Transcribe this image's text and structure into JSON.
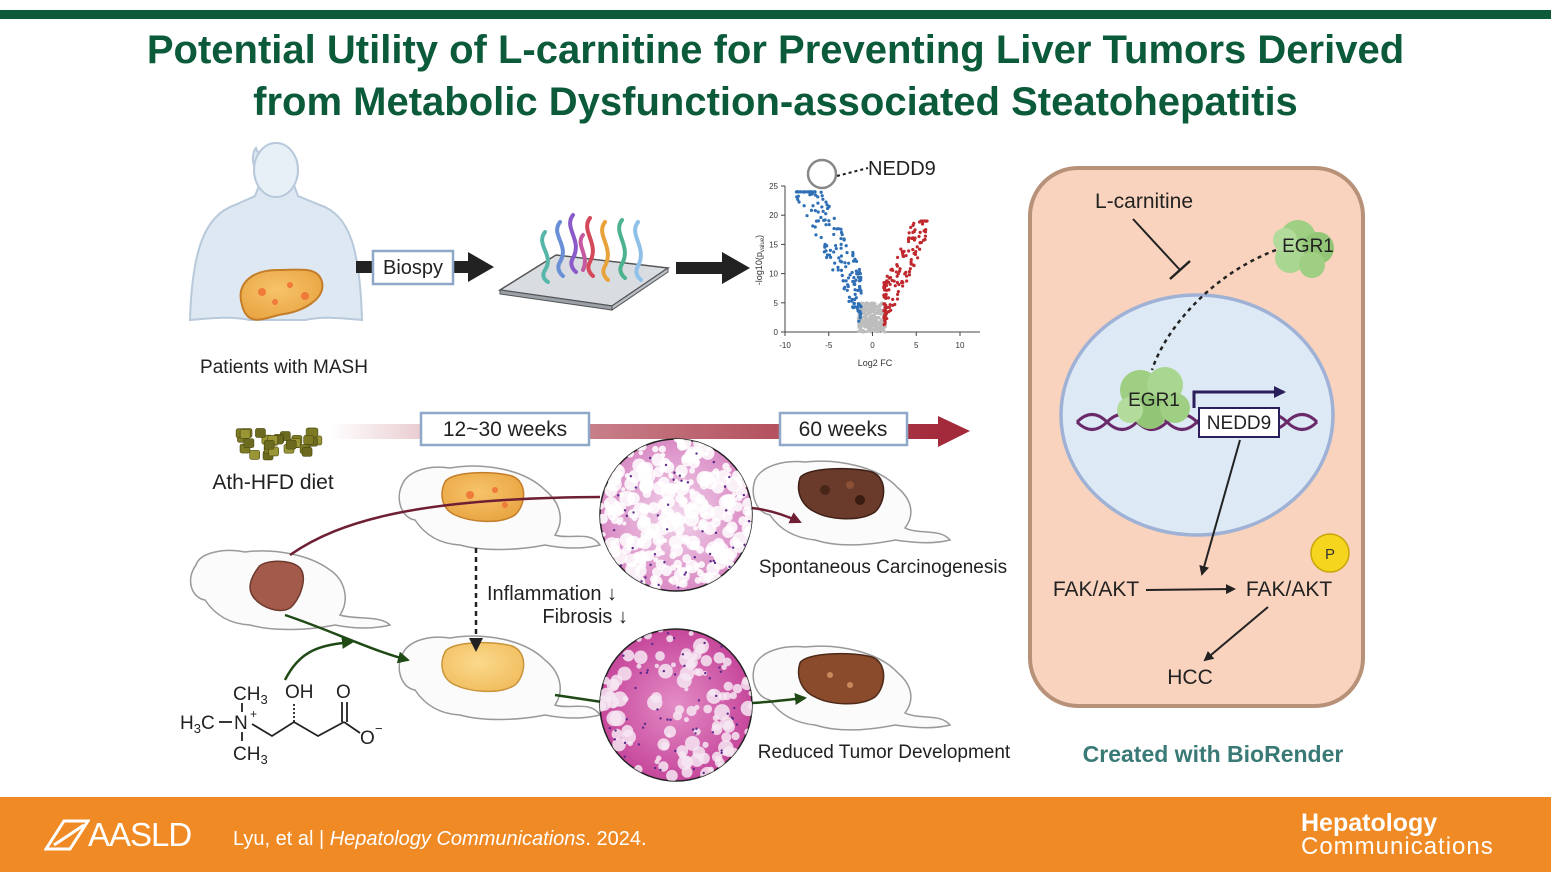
{
  "title": {
    "line1": "Potential Utility of L-carnitine for Preventing Liver Tumors Derived",
    "line2": "from Metabolic Dysfunction-associated Steatohepatitis"
  },
  "human_panel": {
    "patients_label": "Patients with MASH",
    "biopsy_label": "Biospy"
  },
  "volcano": {
    "highlight_label": "NEDD9",
    "xlabel": "Log2 FC",
    "ylabel": "-log10(p",
    "ylabel_sub": "value",
    "ylabel_end": ")",
    "x_ticks": [
      "-10",
      "-5",
      "0",
      "5",
      "10"
    ],
    "y_ticks": [
      "0",
      "5",
      "10",
      "15",
      "20",
      "25"
    ]
  },
  "mouse_panel": {
    "diet_label": "Ath-HFD diet",
    "timeline_early": "12~30 weeks",
    "timeline_late": "60 weeks",
    "effect_inflammation": "Inflammation ↓",
    "effect_fibrosis": "Fibrosis ↓",
    "outcome_control": "Spontaneous Carcinogenesis",
    "outcome_treated": "Reduced Tumor Development"
  },
  "molecule": {
    "ch3_top": "CH",
    "ch3_sub": "3",
    "oh": "OH",
    "o_top": "O",
    "h3c": "H",
    "h3c_sub": "3",
    "h3c_c": "C",
    "n": "N",
    "plus": "+",
    "o_minus": "O",
    "minus": "−",
    "ch3_bottom": "CH",
    "ch3_bottom_sub": "3"
  },
  "cell_panel": {
    "lcarnitine": "L-carnitine",
    "egr1_cytoplasm": "EGR1",
    "egr1_nucleus": "EGR1",
    "nedd9_gene": "NEDD9",
    "fak_akt_left": "FAK/AKT",
    "fak_akt_right": "FAK/AKT",
    "phospho": "P",
    "hcc": "HCC"
  },
  "credit": "Created with BioRender",
  "footer": {
    "society": "AASLD",
    "authors": "Lyu, et al  |  ",
    "journal_italic": "Hepatology Communications",
    "year": ". 2024.",
    "journal_logo_line1": "Hepatology",
    "journal_logo_line2": "Communications"
  },
  "colors": {
    "brand_green": "#0b5a3a",
    "footer_orange": "#f08a24",
    "timeline_red": "#a32a3a",
    "up_red": "#c0282d",
    "down_blue": "#2e6fb5",
    "cell_fill": "#f9d3bd",
    "nucleus_fill": "#ddeaf6",
    "egr1_green": "#9fcf83",
    "credit_teal": "#3a7a76"
  }
}
